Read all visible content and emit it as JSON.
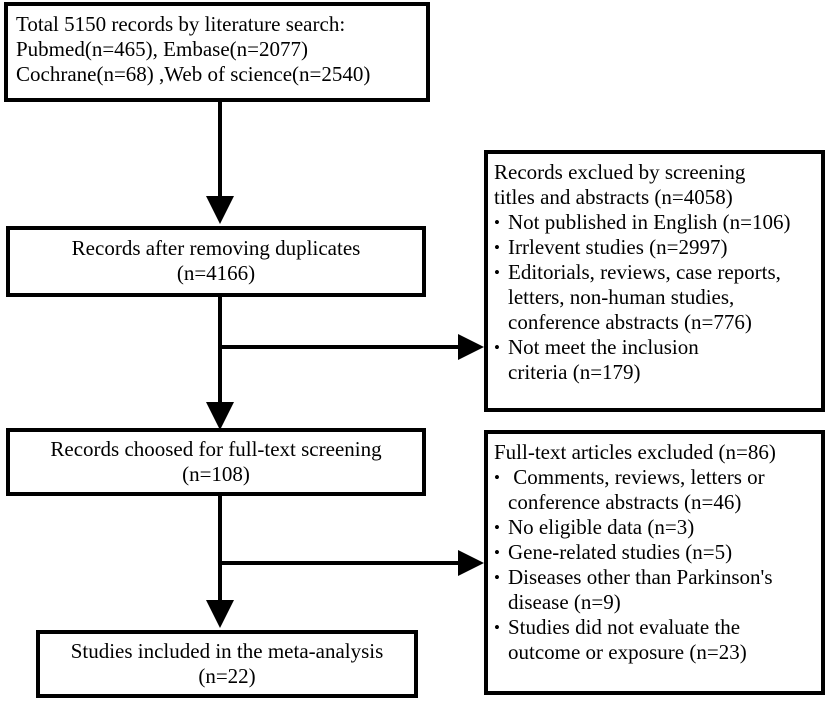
{
  "search_box": {
    "lines": [
      "Total 5150 records by literature search:",
      "Pubmed(n=465), Embase(n=2077)",
      "Cochrane(n=68) ,Web of science(n=2540)"
    ]
  },
  "duplicates_box": {
    "lines": [
      "Records after removing duplicates",
      "(n=4166)"
    ]
  },
  "excluded_screening_box": {
    "heading_lines": [
      "Records exclued by screening",
      "titles and abstracts (n=4058)"
    ],
    "bullet_symbol": "•",
    "items": [
      {
        "lines": [
          "Not published in English (n=106)"
        ]
      },
      {
        "lines": [
          "Irrlevent studies (n=2997)"
        ]
      },
      {
        "lines": [
          "Editorials, reviews, case reports,",
          "letters, non-human studies,",
          "conference  abstracts (n=776)"
        ]
      },
      {
        "lines": [
          "Not  meet the inclusion",
          "criteria (n=179)"
        ]
      }
    ]
  },
  "fulltext_box": {
    "lines": [
      "Records choosed for full-text screening",
      "(n=108)"
    ]
  },
  "fulltext_excluded_box": {
    "heading_lines": [
      "Full-text articles excluded (n=86)"
    ],
    "bullet_symbol": "•",
    "items": [
      {
        "lines": [
          " Comments, reviews, letters or",
          "conference abstracts (n=46)"
        ]
      },
      {
        "lines": [
          "No eligible data (n=3)"
        ]
      },
      {
        "lines": [
          "Gene-related studies (n=5)"
        ]
      },
      {
        "lines": [
          "Diseases other than Parkinson's",
          "disease (n=9)"
        ]
      },
      {
        "lines": [
          "Studies did not evaluate the",
          "outcome or exposure (n=23)"
        ]
      }
    ]
  },
  "included_box": {
    "lines": [
      "Studies included in the meta-analysis",
      "(n=22)"
    ]
  },
  "colors": {
    "stroke": "#000000",
    "background": "#ffffff"
  }
}
